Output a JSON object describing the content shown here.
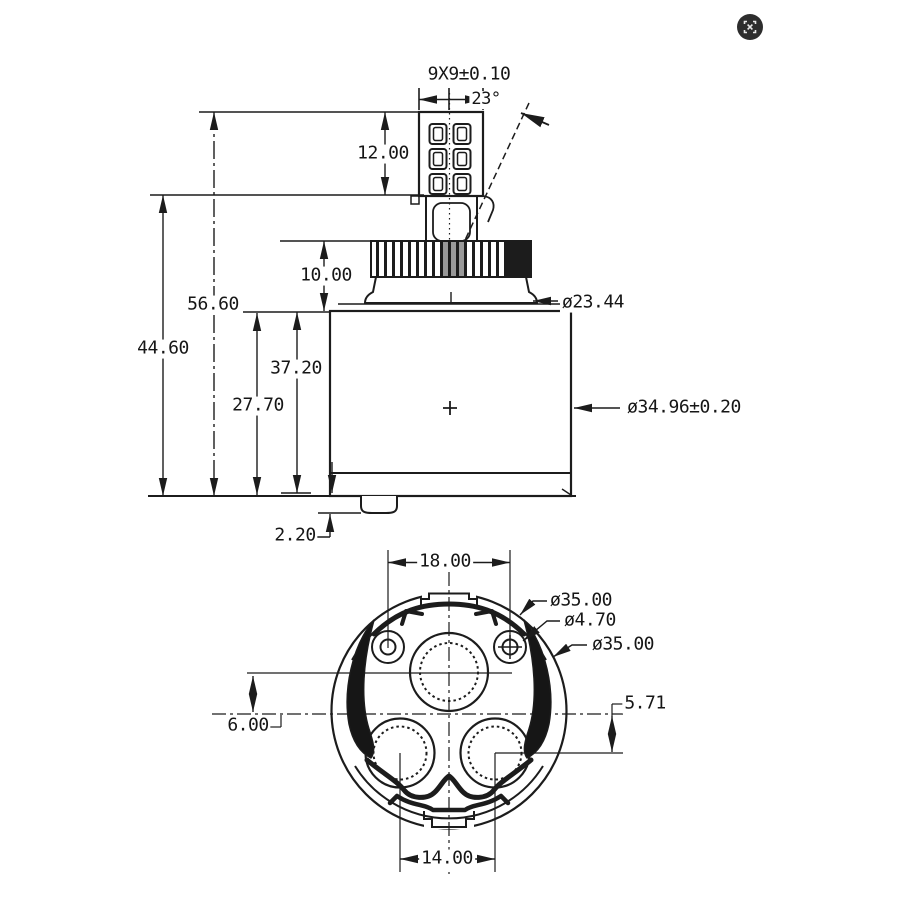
{
  "drawing": {
    "type": "faucet-cartridge-technical-drawing",
    "background": "#ffffff",
    "line_color": "#1c1c1c"
  },
  "side_view": {
    "stem_spline_dim": "9X9±0.10",
    "stem_angle": "23°",
    "stem_height": "12.00",
    "knurl_height": "10.00",
    "overall_height": "56.60",
    "height_to_stem_base": "44.60",
    "body_height_upper": "37.20",
    "body_height_lower": "27.70",
    "base_tab_height": "2.20",
    "collar_diameter": "ø23.44",
    "body_diameter": "ø34.96±0.20"
  },
  "bottom_view": {
    "mount_hole_spacing": "18.00",
    "outer_diameter": "ø35.00",
    "mount_hole_diameter": "ø4.70",
    "base_diameter": "ø35.00",
    "port_offset_right": "5.71",
    "port_offset_left": "6.00",
    "port_spacing": "14.00"
  },
  "badge": {
    "icon_name": "crop-frame-icon",
    "color": "#2d2d2d"
  }
}
